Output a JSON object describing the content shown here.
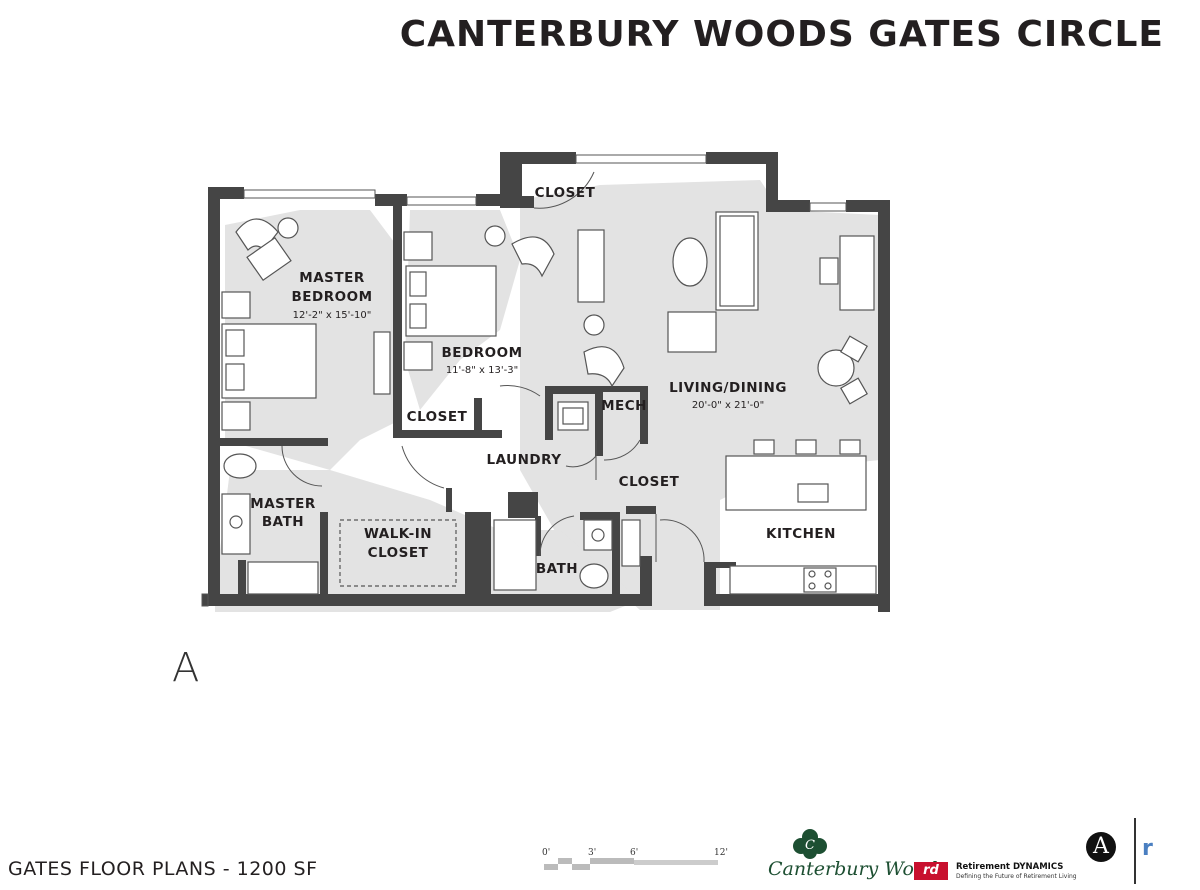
{
  "header": {
    "title": "CANTERBURY WOODS GATES CIRCLE"
  },
  "plan": {
    "rooms": {
      "master_bedroom": {
        "name_line1": "MASTER",
        "name_line2": "BEDROOM",
        "dimensions": "12'-2\" x 15'-10\""
      },
      "bedroom": {
        "name": "BEDROOM",
        "dimensions": "11'-8\" x 13'-3\""
      },
      "closet_top": "CLOSET",
      "closet_bedroom": "CLOSET",
      "mech": "MECH",
      "living_dining": {
        "name": "LIVING/DINING",
        "dimensions": "20'-0\" x 21'-0\""
      },
      "laundry": "LAUNDRY",
      "closet_hall": "CLOSET",
      "master_bath": {
        "name_line1": "MASTER",
        "name_line2": "BATH"
      },
      "walk_in_closet": {
        "name_line1": "WALK-IN",
        "name_line2": "CLOSET"
      },
      "bath": "BATH",
      "kitchen": "KITCHEN"
    },
    "unit_letter": "A"
  },
  "footer": {
    "plan_title": "GATES FLOOR PLANS - 1200 SF",
    "scale_labels": [
      "0'",
      "3'",
      "6'",
      "12'"
    ],
    "logo_canterbury": {
      "mark": "C",
      "text": "Canterbury Woods"
    },
    "logo_rd": {
      "mark": "rd",
      "name": "Retirement DYNAMICS",
      "tagline": "Defining the Future of Retirement Living"
    },
    "logo_a": "A",
    "logo_r": "r"
  },
  "colors": {
    "wall": "#444444",
    "shadow": "#e3e3e3",
    "line": "#555555",
    "text": "#231f20",
    "brand_green": "#1d4f32",
    "brand_red": "#c8102e",
    "brand_blue": "#4a7fc1"
  }
}
